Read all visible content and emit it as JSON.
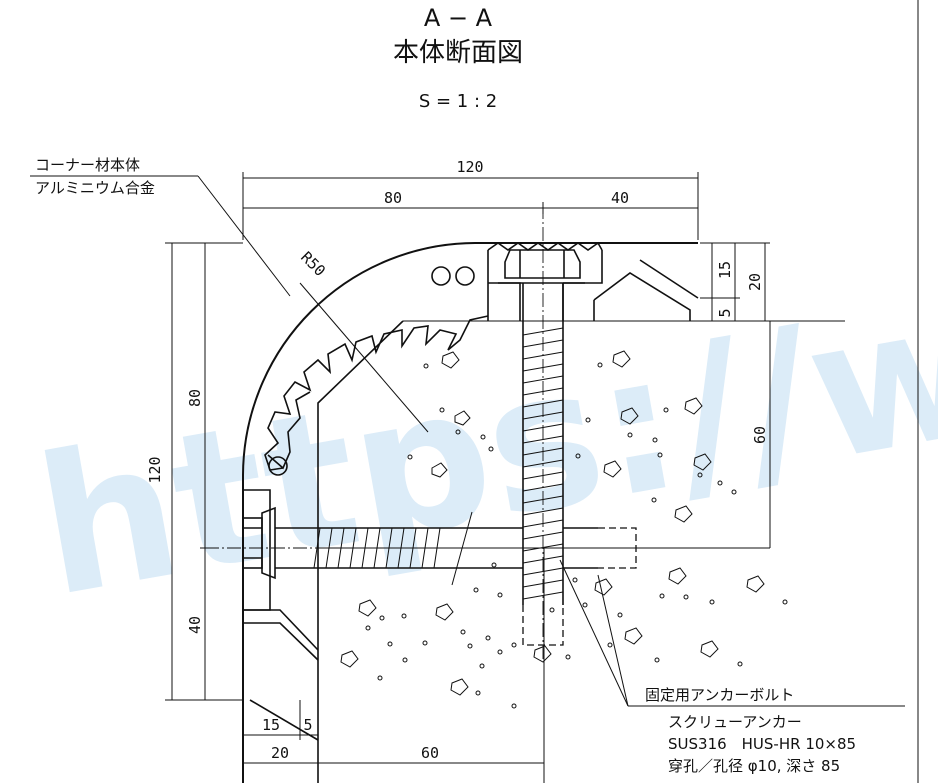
{
  "title": {
    "section": "A − A",
    "name": "本体断面図",
    "scale": "S = 1 : 2"
  },
  "watermark": "https://www",
  "dimensions": {
    "top_total": "120",
    "top_left": "80",
    "top_right": "40",
    "radius": "R50",
    "right_15": "15",
    "right_20": "20",
    "right_5": "5",
    "right_60": "60",
    "left_120": "120",
    "left_80": "80",
    "left_40": "40",
    "bottom_15": "15",
    "bottom_5": "5",
    "bottom_20": "20",
    "bottom_60": "60"
  },
  "labels": {
    "body_line1": "コーナー材本体",
    "body_line2": "アルミニウム合金",
    "anchor_title": "固定用アンカーボルト",
    "anchor_line1": "スクリューアンカー",
    "anchor_line2": "SUS316　HUS-HR 10×85",
    "anchor_line3": "穿孔／孔径 φ10, 深さ 85"
  },
  "colors": {
    "line": "#111111",
    "watermark": "#d6e9f7"
  }
}
